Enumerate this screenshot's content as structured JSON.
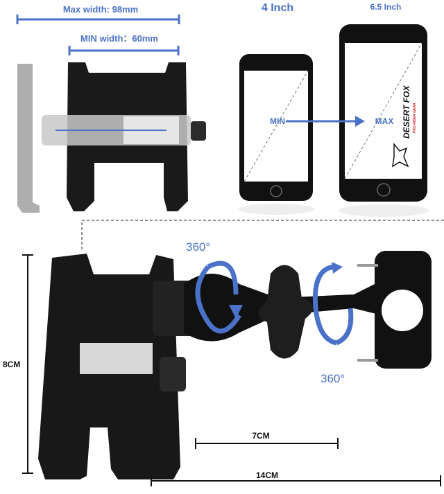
{
  "dimensions": {
    "max_width_label": "Max width: 98mm",
    "min_width_label": "MIN width：60mm",
    "height_label": "8CM",
    "arm_length_label": "7CM",
    "total_length_label": "14CM"
  },
  "phones": {
    "small_size": "4 Inch",
    "large_size": "6.5 Inch",
    "min_label": "MIN",
    "max_label": "MAX"
  },
  "rotation": {
    "top_label": "360°",
    "bottom_label": "360°"
  },
  "brand": {
    "name": "DESERT FOX",
    "tagline": "PRO RIDER GEAR"
  },
  "colors": {
    "accent_blue": "#4a72c9",
    "product_black": "#151515",
    "background": "#ffffff"
  }
}
